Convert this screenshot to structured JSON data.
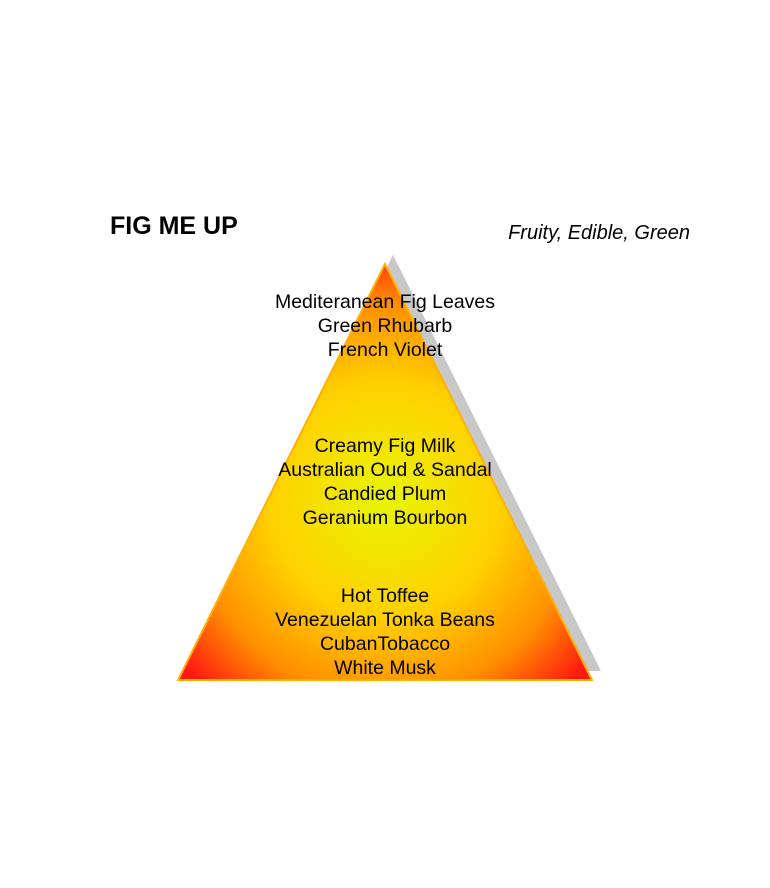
{
  "title": "FIG ME UP",
  "subtitle": "Fruity, Edible, Green",
  "colors": {
    "center": "#e8f500",
    "mid": "#ffc400",
    "edge": "#ff1a10",
    "outline": "#ffb000",
    "shadow": "#c8c8c8"
  },
  "pyramid": {
    "top_notes": [
      "Mediteranean Fig Leaves",
      "Green Rhubarb",
      "French Violet"
    ],
    "heart_notes": [
      "Creamy Fig Milk",
      "Australian Oud & Sandal",
      "Candied Plum",
      "Geranium Bourbon"
    ],
    "base_notes": [
      "Hot Toffee",
      "Venezuelan Tonka Beans",
      "CubanTobacco",
      "White Musk"
    ]
  }
}
